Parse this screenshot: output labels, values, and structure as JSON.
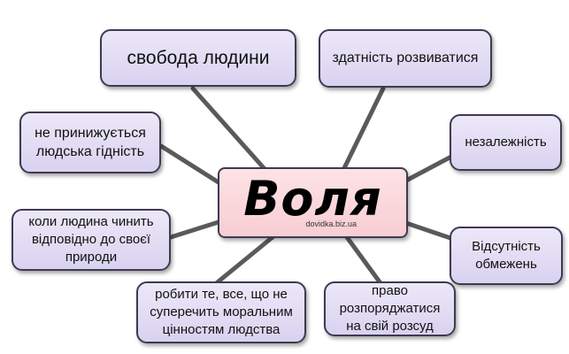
{
  "center": {
    "title": "Воля",
    "watermark": "dovidka.biz.ua"
  },
  "nodes": [
    "свобода людини",
    "здатність розвиватися",
    "не принижується людська гідність",
    "незалежність",
    "коли людина чинить відповідно до своєї природи",
    "Відсутність обмежень",
    "робити те, все, що не суперечить моральним цінностям людства",
    "право розпоряджатися на свій розсуд"
  ],
  "colors": {
    "node_fill": "#dcd6f2",
    "node_border": "#3e3a52",
    "center_fill": "#fbd9dd",
    "connector": "#5a5a5a"
  }
}
